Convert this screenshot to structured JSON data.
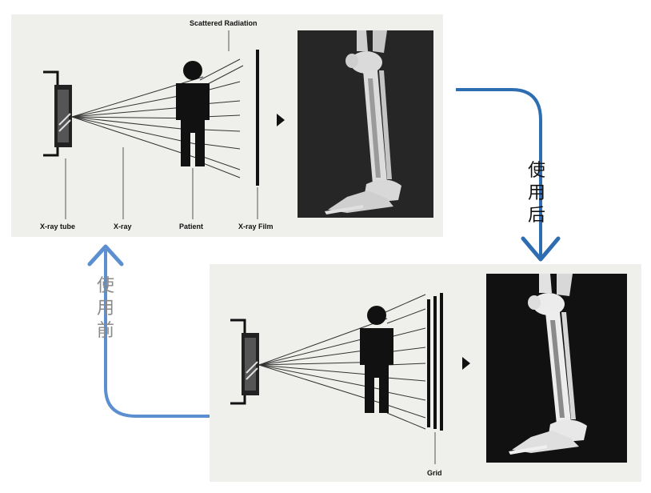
{
  "top_panel": {
    "labels": {
      "scattered_radiation": "Scattered Radiation",
      "xray_tube": "X-ray tube",
      "xray": "X-ray",
      "patient": "Patient",
      "xray_film": "X-ray Film"
    }
  },
  "bottom_panel": {
    "labels": {
      "grid": "Grid"
    }
  },
  "arrows": {
    "after_label": [
      "使",
      "用",
      "后"
    ],
    "before_label": [
      "使",
      "用",
      "前"
    ]
  },
  "colors": {
    "arrow_blue": "#2f6db3",
    "arrow_blue_light": "#5b8fd0",
    "panel_bg": "#efefec",
    "xray_bg": "#1c1c1c",
    "bone": "#d9d9d9"
  }
}
